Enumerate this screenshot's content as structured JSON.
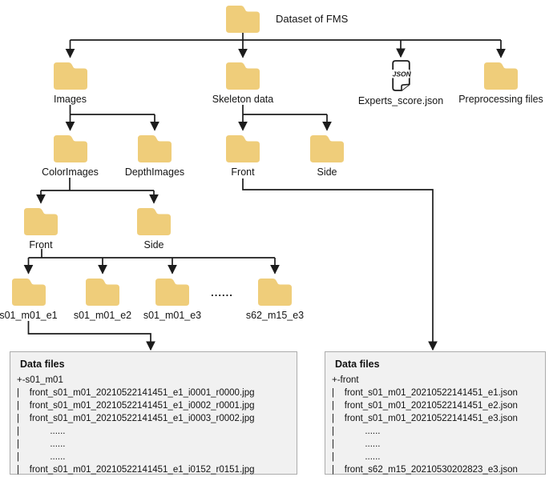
{
  "diagram": {
    "root_label": "Dataset of FMS",
    "json_badge": "JSON",
    "nodes": {
      "images": "Images",
      "skeleton_data": "Skeleton data",
      "experts_score": "Experts_score.json",
      "preprocessing": "Preprocessing files",
      "color_images": "ColorImages",
      "depth_images": "DepthImages",
      "skeleton_front": "Front",
      "skeleton_side": "Side",
      "color_front": "Front",
      "color_side": "Side",
      "sample_e1": "s01_m01_e1",
      "sample_e2": "s01_m01_e2",
      "sample_e3": "s01_m01_e3",
      "samples_ellipsis": "......",
      "sample_last": "s62_m15_e3"
    }
  },
  "left_box": {
    "title": "Data files",
    "lines": [
      "+-s01_m01",
      "|    front_s01_m01_20210522141451_e1_i0001_r0000.jpg",
      "|    front_s01_m01_20210522141451_e1_i0002_r0001.jpg",
      "|    front_s01_m01_20210522141451_e1_i0003_r0002.jpg",
      "|            ......",
      "|            ......",
      "|            ......",
      "|    front_s01_m01_20210522141451_e1_i0152_r0151.jpg"
    ]
  },
  "right_box": {
    "title": "Data files",
    "lines": [
      "+-front",
      "|    front_s01_m01_20210522141451_e1.json",
      "|    front_s01_m01_20210522141451_e2.json",
      "|    front_s01_m01_20210522141451_e3.json",
      "|            ......",
      "|            ......",
      "|            ......",
      "|    front_s62_m15_20210530202823_e3.json"
    ]
  },
  "colors": {
    "folder": "#EFCD7A",
    "line": "#1C1C1C",
    "box_bg": "#F1F1F1",
    "box_border": "#ACACAC"
  }
}
